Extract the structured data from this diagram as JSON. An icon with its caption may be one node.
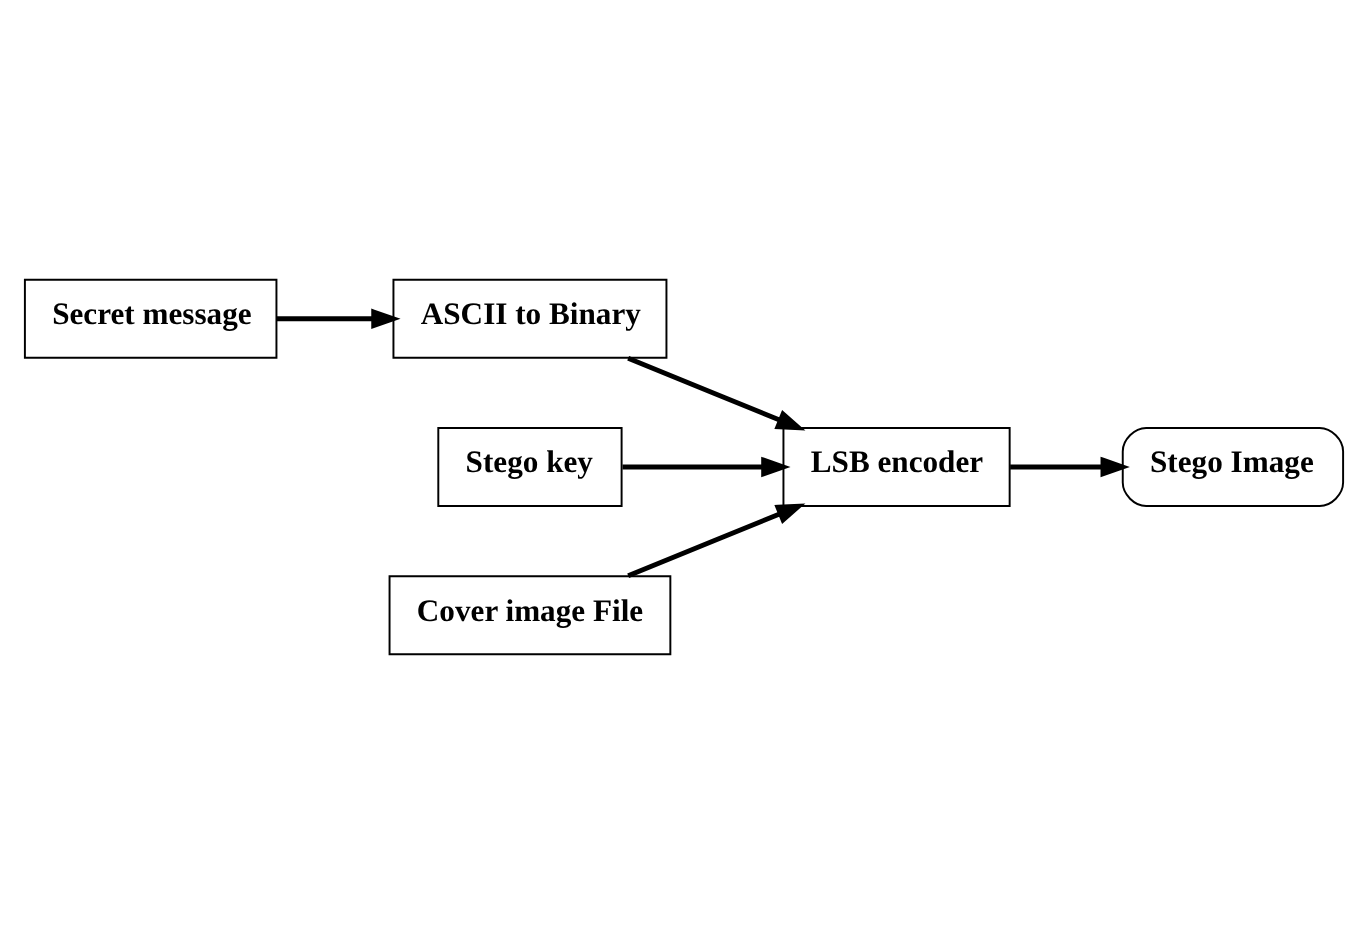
{
  "diagram": {
    "nodes": [
      {
        "text": [
          "Secret message"
        ]
      },
      {
        "text": [
          "ASCII to Binary"
        ]
      },
      {
        "text": [
          "LSB encoder"
        ]
      },
      {
        "text": [
          "Stego key"
        ]
      },
      {
        "text": [
          "Cover image File"
        ]
      },
      {
        "text": [
          "Stego Image"
        ]
      }
    ],
    "edges": [
      {
        "from": 0,
        "to": 1,
        "arrow": "to"
      },
      {
        "from": 1,
        "to": 2,
        "arrow": "to"
      },
      {
        "from": 3,
        "to": 2,
        "arrow": "to"
      },
      {
        "from": 4,
        "to": 2,
        "arrow": "to"
      },
      {
        "from": 2,
        "to": 5,
        "arrow": "to"
      }
    ]
  }
}
